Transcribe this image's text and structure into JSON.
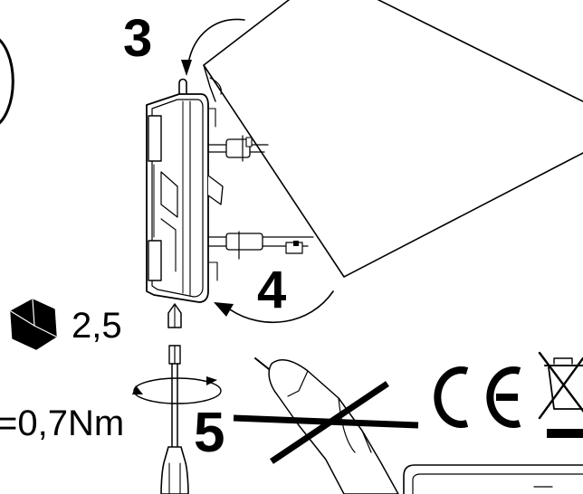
{
  "steps": {
    "step3": "3",
    "step4": "4",
    "step5": "5"
  },
  "hex_key": {
    "size": "2,5"
  },
  "torque": {
    "value": "=0,7Nm"
  },
  "icons": {
    "hex": "hexagon-icon",
    "ce": "ce-mark-icon",
    "weee": "crossed-bin-icon",
    "no_drill": "crossed-drill-icon"
  },
  "colors": {
    "ink": "#000000",
    "paper": "#ffffff"
  }
}
